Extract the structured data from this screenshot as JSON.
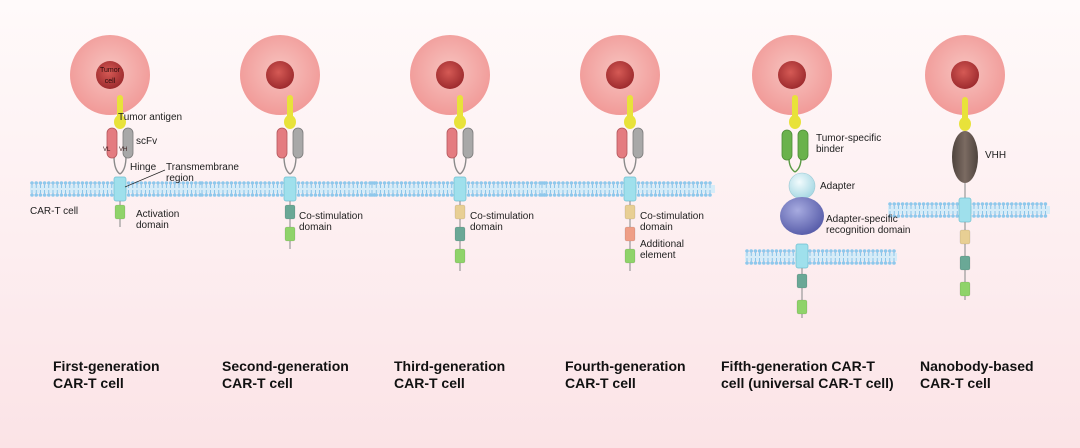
{
  "tumor": {
    "label": "Tumor\ncell"
  },
  "labels": {
    "tumor_antigen": "Tumor antigen",
    "scfv": "scFv",
    "vl": "VL",
    "vh": "VH",
    "hinge": "Hinge",
    "transmembrane": "Transmembrane\nregion",
    "car_t_cell": "CAR-T cell",
    "activation": "Activation\ndomain",
    "costim": "Co-stimulation\ndomain",
    "additional": "Additional\nelement",
    "tumor_binder": "Tumor-specific\nbinder",
    "adapter": "Adapter",
    "adapter_recognition": "Adapter-specific\nrecognition domain",
    "vhh": "VHH"
  },
  "captions": [
    "First-generation\nCAR-T cell",
    "Second-generation\nCAR-T cell",
    "Third-generation\nCAR-T cell",
    "Fourth-generation\nCAR-T cell",
    "Fifth-generation CAR-T\ncell (universal CAR-T cell)",
    "Nanobody-based\nCAR-T cell"
  ],
  "colors": {
    "tumor_outer": "#f3a7a4",
    "tumor_nucleus": "#b93b3b",
    "antigen": "#e8e23a",
    "vl": "#e47b80",
    "vh": "#a8a8a8",
    "membrane": "#8ec8ec",
    "transmembrane": "#9fe0ec",
    "activation": "#8fd36a",
    "costim1": "#6aa896",
    "costim2": "#e8cf94",
    "additional": "#ef9e86",
    "binder": "#6ab24c",
    "adapter": "#bfe6ee",
    "adapter_recognition": "#7a80c4",
    "vhh": "#6a5a52"
  }
}
